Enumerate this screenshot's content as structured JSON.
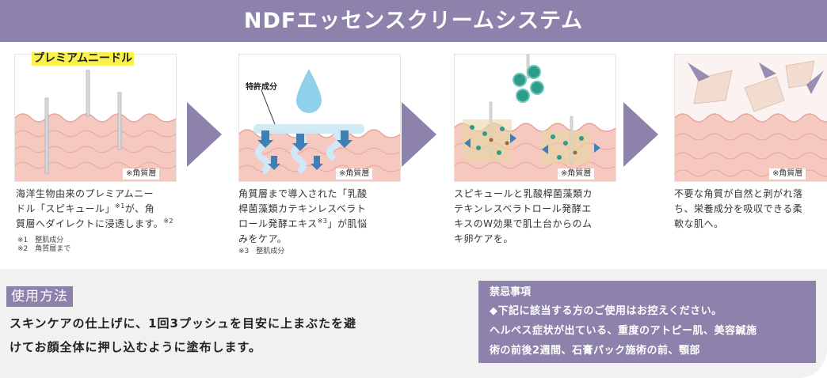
{
  "banner": {
    "title": "NDFエッセンスクリームシステム"
  },
  "steps": [
    {
      "label": "プレミアムニードル",
      "tag": "※角質層",
      "desc": [
        "海洋生物由来のプレミアムニー",
        "ドル「スピキュール」",
        "※1",
        "が、角",
        "質層へダイレクトに浸透します。",
        "※2"
      ],
      "notes": [
        "※1　整肌成分",
        "※2　角質層まで"
      ]
    },
    {
      "label": "特許成分",
      "tag": "※角質層",
      "desc": [
        "角質層まで導入された「乳酸",
        "桿菌藻類カテキンレスベラト",
        "ロール発酵エキス",
        "※3",
        "」が肌悩",
        "みをケア。"
      ],
      "notes": [
        "※3　整肌成分"
      ]
    },
    {
      "tag": "※角質層",
      "desc": [
        "スピキュールと乳酸桿菌藻類カ",
        "テキンレスベラトロール発酵エ",
        "キスのW効果で肌土台からのム",
        "キ卵ケアを。"
      ]
    },
    {
      "tag": "※角質層",
      "desc": [
        "不要な角質が自然と剥がれ落",
        "ち、栄養成分を吸収できる柔",
        "軟な肌へ。"
      ]
    }
  ],
  "usage": {
    "title": "使用方法",
    "lines": [
      "スキンケアの仕上げに、1回3プッシュを目安に上まぶたを避",
      "けてお顔全体に押し込むように塗布します。"
    ]
  },
  "contraindications": {
    "title": "禁忌事項",
    "lines": [
      "◆下記に該当する方のご使用はお控えください。",
      "ヘルペス症状が出ている、重度のアトピー肌、美容鍼施",
      "術の前後2週間、石膏パック施術の前、顎部"
    ]
  },
  "colors": {
    "accent": "#8d82ab",
    "skin": "#f6c9c0",
    "skin_line": "#e8a49a",
    "highlight": "#fbf14a",
    "serum": "#8fd0ea"
  }
}
